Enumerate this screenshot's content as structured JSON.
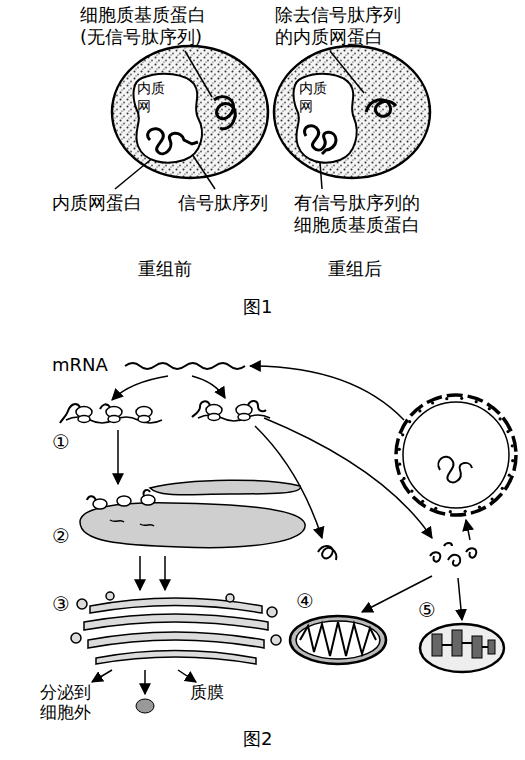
{
  "diagram": {
    "nodes": [
      {
        "text": [
          "内质网"
        ]
      },
      {
        "text": [
          "内质网"
        ]
      }
    ],
    "labels": [
      "细胞质基质蛋白 (无信号肽序列)",
      "除去信号肽序列的内质网蛋白",
      "内质网蛋白",
      "信号肽序列",
      "有信号肽序列的细胞质基质蛋白",
      "重组前",
      "重组后",
      "图1",
      "mRNA",
      "①",
      "②",
      "③",
      "④",
      "⑤",
      "分泌到细胞外",
      "质膜",
      "图2"
    ]
  }
}
